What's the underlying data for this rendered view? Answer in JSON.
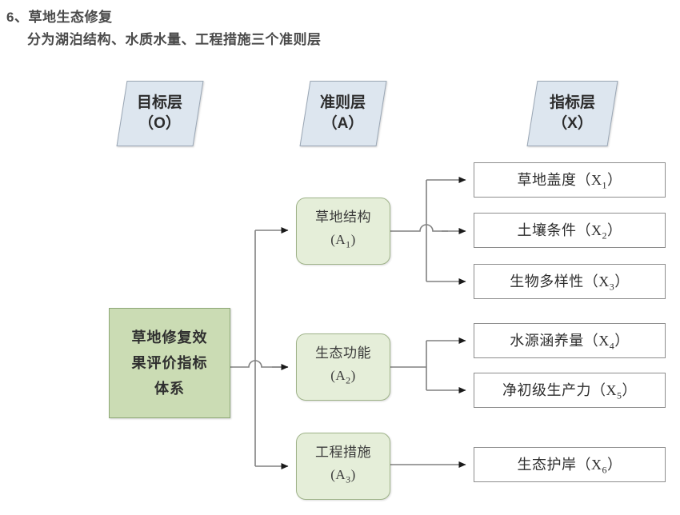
{
  "heading": {
    "line1": "6、草地生态修复",
    "line2": "分为湖泊结构、水质水量、工程措施三个准则层"
  },
  "layer_headers": [
    {
      "name": "goal",
      "title": "目标层",
      "code": "（O）"
    },
    {
      "name": "criterion",
      "title": "准则层",
      "code": "（A）"
    },
    {
      "name": "indicator",
      "title": "指标层",
      "code": "（X）"
    }
  ],
  "goal_node": {
    "line1": "草地修复效",
    "line2": "果评价指标",
    "line3": "体系",
    "full_text": "草地修复效果评价指标体系"
  },
  "criterion_nodes": [
    {
      "id": "A1",
      "label": "草地结构",
      "code_prefix": "(A",
      "code_sub": "1",
      "code_suffix": ")"
    },
    {
      "id": "A2",
      "label": "生态功能",
      "code_prefix": "(A",
      "code_sub": "2",
      "code_suffix": ")"
    },
    {
      "id": "A3",
      "label": "工程措施",
      "code_prefix": "(A",
      "code_sub": "3",
      "code_suffix": ")"
    }
  ],
  "indicator_nodes": [
    {
      "id": "X1",
      "label": "草地盖度",
      "code_prefix": "（X",
      "code_sub": "1",
      "code_suffix": "）",
      "parent": "A1"
    },
    {
      "id": "X2",
      "label": "土壤条件",
      "code_prefix": "（X",
      "code_sub": "2",
      "code_suffix": "）",
      "parent": "A1"
    },
    {
      "id": "X3",
      "label": "生物多样性",
      "code_prefix": "（X",
      "code_sub": "3",
      "code_suffix": "）",
      "parent": "A1"
    },
    {
      "id": "X4",
      "label": "水源涵养量",
      "code_prefix": "（X",
      "code_sub": "4",
      "code_suffix": "）",
      "parent": "A2"
    },
    {
      "id": "X5",
      "label": "净初级生产力",
      "code_prefix": "（X",
      "code_sub": "5",
      "code_suffix": "）",
      "parent": "A2"
    },
    {
      "id": "X6",
      "label": "生态护岸",
      "code_prefix": "（X",
      "code_sub": "6",
      "code_suffix": "）",
      "parent": "A3"
    }
  ],
  "colors": {
    "layer_header_fill": "#dde6ef",
    "layer_header_border": "#9aa6b4",
    "goal_fill": "#cbdcb4",
    "goal_border": "#8ea877",
    "criterion_fill": "#e5eed9",
    "criterion_border": "#9fb389",
    "indicator_fill": "#ffffff",
    "indicator_border": "#8d8d8d",
    "connector": "#808080",
    "arrow": "#1a1a1a",
    "heading_text": "#4a4a4a"
  }
}
